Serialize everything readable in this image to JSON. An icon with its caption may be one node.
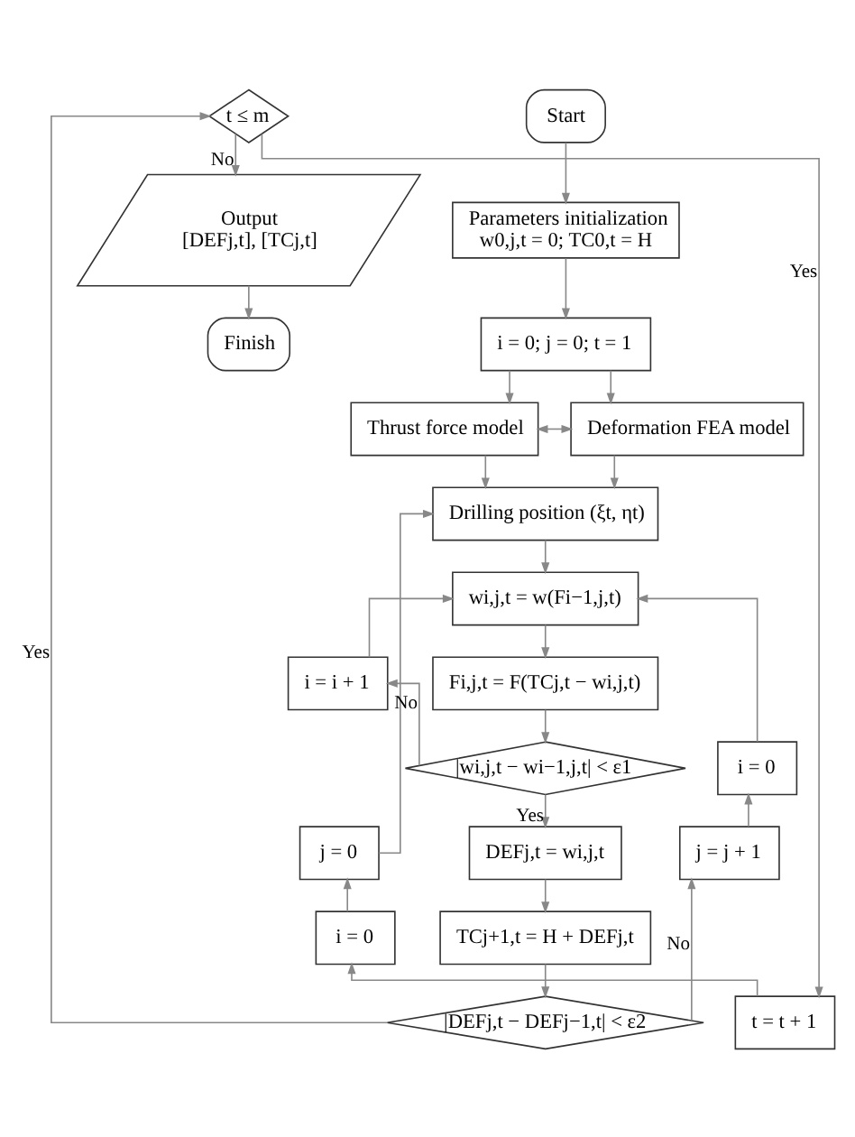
{
  "diagram": {
    "nodes": [
      {
        "text": [
          "Start"
        ]
      },
      {
        "text": [
          "Parameters initialization",
          "w0,j,t = 0; TC0,t = H"
        ]
      },
      {
        "text": [
          "i = 0; j = 0; t = 1"
        ]
      },
      {
        "text": [
          "Thrust force model"
        ]
      },
      {
        "text": [
          "Deformation FEA model"
        ]
      },
      {
        "text": [
          "Drilling position (ξt, ηt)"
        ]
      },
      {
        "text": [
          "wi,j,t = w(Fi−1,j,t)"
        ]
      },
      {
        "text": [
          "i = i + 1"
        ]
      },
      {
        "text": [
          "Fi,j,t = F(TCj,t − wi,j,t)"
        ]
      },
      {
        "text": [
          "i = 0"
        ]
      },
      {
        "text": [
          "|wi,j,t − wi−1,j,t| < ε1"
        ]
      },
      {
        "text": [
          "j = 0"
        ]
      },
      {
        "text": [
          "DEFj,t = wi,j,t"
        ]
      },
      {
        "text": [
          "j = j + 1"
        ]
      },
      {
        "text": [
          "i = 0"
        ]
      },
      {
        "text": [
          "TCj+1,t = H + DEFj,t"
        ]
      },
      {
        "text": [
          "t = t + 1"
        ]
      },
      {
        "text": [
          "|DEFj,t − DEFj−1,t| < ε2"
        ]
      },
      {
        "text": [
          "t ≤ m"
        ]
      },
      {
        "text": [
          "Output",
          "[DEFj,t], [TCj,t]"
        ]
      },
      {
        "text": [
          "Finish"
        ]
      }
    ],
    "edges": [
      {
        "from": 0,
        "to": 1,
        "arrow": "to"
      },
      {
        "from": 1,
        "to": 2,
        "arrow": "to"
      },
      {
        "from": 2,
        "to": 3,
        "arrow": "to"
      },
      {
        "from": 2,
        "to": 4,
        "arrow": "to"
      },
      {
        "from": 3,
        "to": 4,
        "arrow": "both"
      },
      {
        "from": 3,
        "to": 5,
        "arrow": "to"
      },
      {
        "from": 4,
        "to": 5,
        "arrow": "to"
      },
      {
        "from": 5,
        "to": 6,
        "arrow": "to"
      },
      {
        "from": 6,
        "to": 8,
        "arrow": "to"
      },
      {
        "from": 8,
        "to": 10,
        "arrow": "to"
      },
      {
        "from": 10,
        "to": 7,
        "arrow": "to",
        "label": "No"
      },
      {
        "from": 7,
        "to": 6,
        "arrow": "to"
      },
      {
        "from": 10,
        "to": 12,
        "arrow": "to",
        "label": "Yes"
      },
      {
        "from": 12,
        "to": 15,
        "arrow": "to"
      },
      {
        "from": 15,
        "to": 17,
        "arrow": "to"
      },
      {
        "from": 17,
        "to": 13,
        "arrow": "to",
        "label": "No"
      },
      {
        "from": 13,
        "to": 9,
        "arrow": "to"
      },
      {
        "from": 9,
        "to": 6,
        "arrow": "to"
      },
      {
        "from": 17,
        "to": 18,
        "arrow": "to",
        "label": "Yes"
      },
      {
        "from": 18,
        "to": 16,
        "arrow": "to",
        "label": "Yes"
      },
      {
        "from": 16,
        "to": 14,
        "arrow": "to"
      },
      {
        "from": 14,
        "to": 11,
        "arrow": "to"
      },
      {
        "from": 11,
        "to": 5,
        "arrow": "to"
      },
      {
        "from": 18,
        "to": 19,
        "arrow": "to",
        "label": "No"
      },
      {
        "from": 19,
        "to": 20,
        "arrow": "to"
      }
    ]
  }
}
